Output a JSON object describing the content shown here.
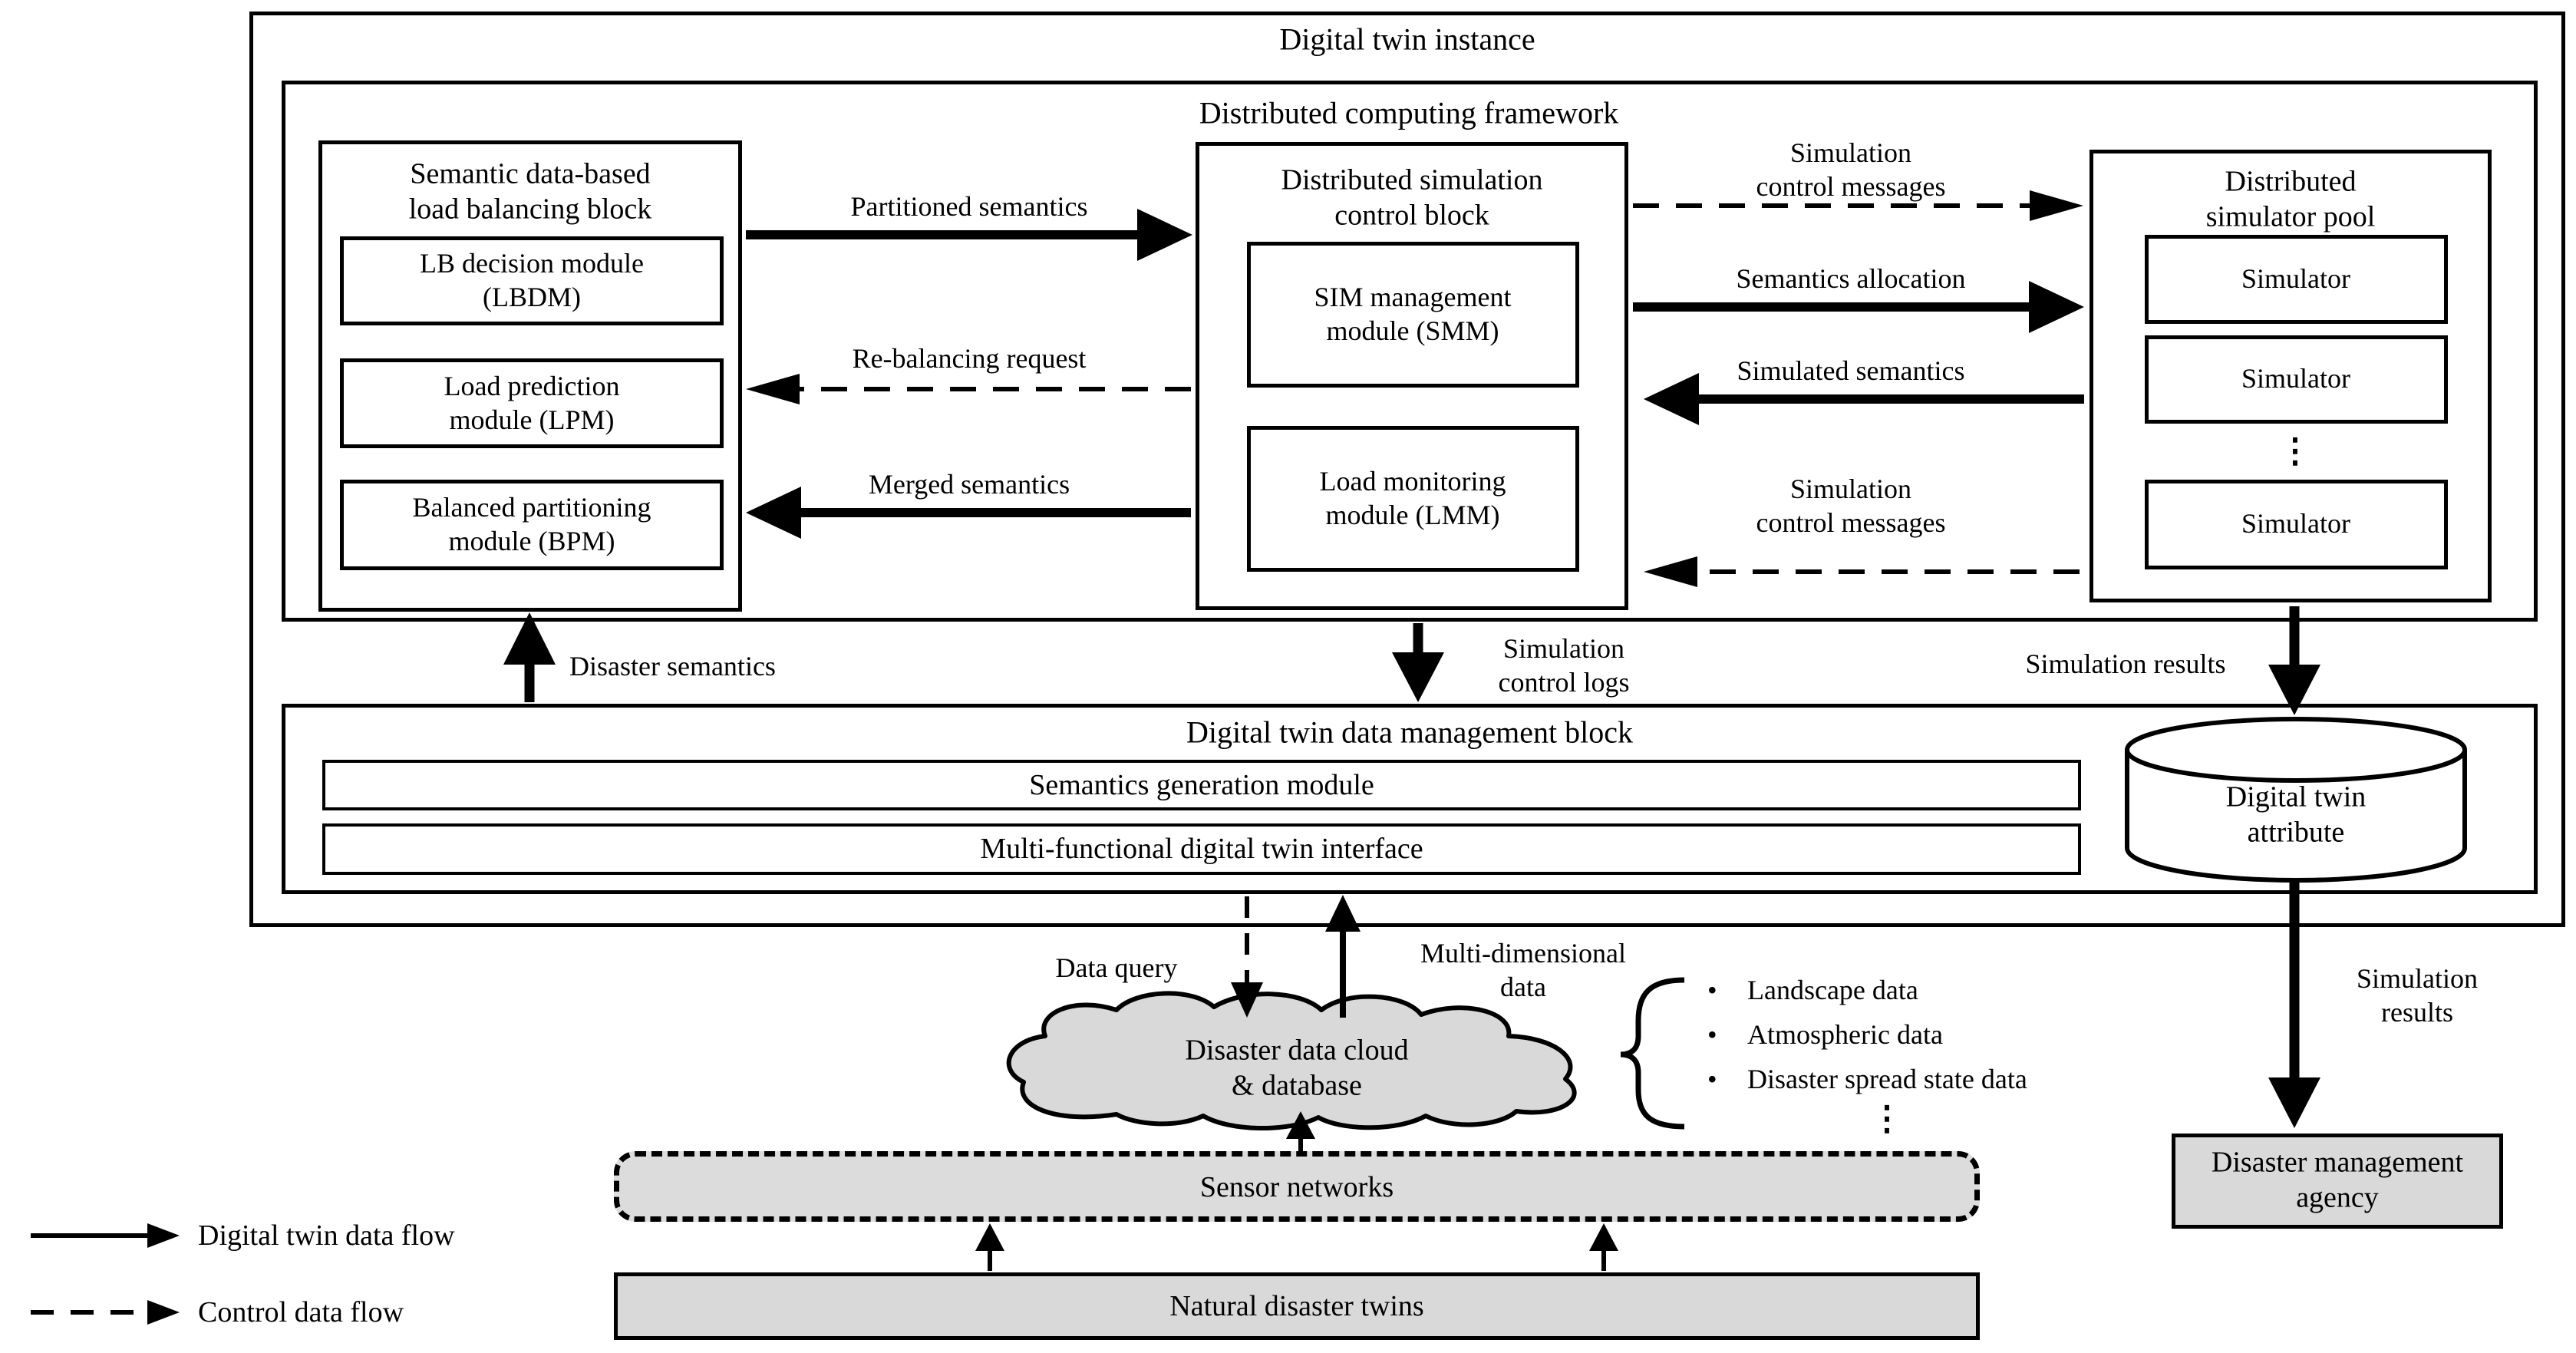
{
  "title": "Digital twin instance",
  "framework": {
    "title": "Distributed computing framework"
  },
  "lb": {
    "t1": "Semantic data-based",
    "t2": "load balancing block",
    "m1a": "LB decision module",
    "m1b": "(LBDM)",
    "m2a": "Load prediction",
    "m2b": "module (LPM)",
    "m3a": "Balanced partitioning",
    "m3b": "module (BPM)"
  },
  "ctrl": {
    "t1": "Distributed simulation",
    "t2": "control block",
    "m1a": "SIM management",
    "m1b": "module (SMM)",
    "m2a": "Load monitoring",
    "m2b": "module (LMM)"
  },
  "pool": {
    "t1": "Distributed",
    "t2": "simulator pool",
    "s1": "Simulator",
    "s2": "Simulator",
    "s3": "Simulator",
    "dots": "⋮"
  },
  "flows": {
    "partitioned": "Partitioned semantics",
    "rebalancing": "Re-balancing request",
    "merged": "Merged semantics",
    "scm1a": "Simulation",
    "scm1b": "control messages",
    "allocation": "Semantics allocation",
    "simulated": "Simulated semantics",
    "scm2a": "Simulation",
    "scm2b": "control messages",
    "disaster_semantics": "Disaster semantics",
    "logs_a": "Simulation",
    "logs_b": "control logs",
    "results_top": "Simulation results",
    "data_query": "Data query",
    "mdd_a": "Multi-dimensional",
    "mdd_b": "data",
    "results_bottom_a": "Simulation",
    "results_bottom_b": "results"
  },
  "dm": {
    "title": "Digital twin data management block",
    "row1": "Semantics generation module",
    "row2": "Multi-functional digital twin interface",
    "cyl_a": "Digital twin",
    "cyl_b": "attribute"
  },
  "cloud": {
    "l1": "Disaster data cloud",
    "l2": "& database"
  },
  "list": {
    "bullet": "•",
    "brace": "{",
    "i1": "Landscape data",
    "i2": "Atmospheric data",
    "i3": "Disaster spread state data",
    "dots": "⋮"
  },
  "bottom": {
    "sensor": "Sensor networks",
    "twins": "Natural disaster twins",
    "agency_a": "Disaster management",
    "agency_b": "agency"
  },
  "legend": {
    "solid": "Digital twin data flow",
    "dashed": "Control data flow"
  },
  "colors": {
    "line": "#000000",
    "gray": "#d9d9d9",
    "bg": "#ffffff"
  }
}
